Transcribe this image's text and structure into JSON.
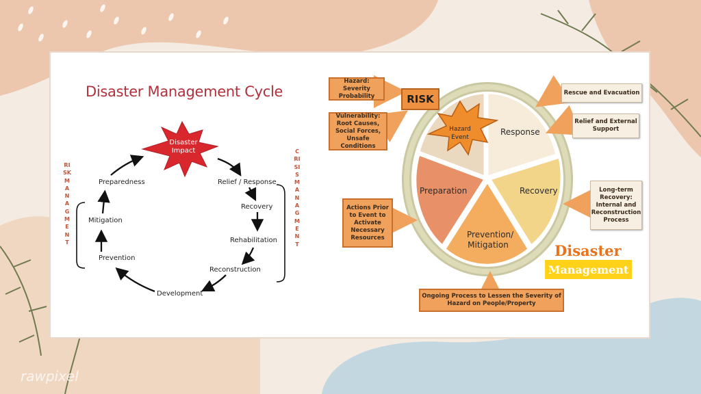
{
  "left_diagram": {
    "title": "Disaster Management Cycle",
    "impact_label": "Disaster Impact",
    "stages": {
      "preparedness": "Preparedness",
      "relief_response": "Relief / Response",
      "recovery": "Recovery",
      "rehabilitation": "Rehabilitation",
      "reconstruction": "Reconstruction",
      "development": "Development",
      "prevention": "Prevention",
      "mitigation": "Mitigation"
    },
    "risk_management_label": "RISK MANAGMENT",
    "crisis_management_label": "CRISIS MANAGMENT"
  },
  "right_diagram": {
    "hazard_box": "Hazard: Severity Probability",
    "vulnerability_box": "Vulnerability: Root Causes, Social Forces, Unsafe Conditions",
    "risk_label": "RISK",
    "hazard_event": "Hazard Event",
    "segments": {
      "response": "Response",
      "recovery": "Recovery",
      "prevention": "Prevention/ Mitigation",
      "preparation": "Preparation"
    },
    "rescue_box": "Rescue and Evacuation",
    "relief_box": "Relief and External Support",
    "longterm_box": "Long-term Recovery: Internal and Reconstruction Process",
    "actions_box": "Actions Prior to Event to Activate Necessary Resources",
    "ongoing_box": "Ongoing Process to Lessen the Severity of Hazard on People/Property",
    "brand_line1": "Disaster",
    "brand_line2": "Management"
  },
  "watermark": "rawpixel",
  "colors": {
    "title_red": "#b0313c",
    "impact_star": "#d9272e",
    "risk_orange": "#ee9140",
    "response_cream": "#f7ecd9",
    "recovery_yellow": "#f3d58a",
    "prevention_orange": "#f4ad5e",
    "preparation_salmon": "#e89067",
    "brand_orange": "#e8731a",
    "brand_yellow": "#ffd21a"
  }
}
